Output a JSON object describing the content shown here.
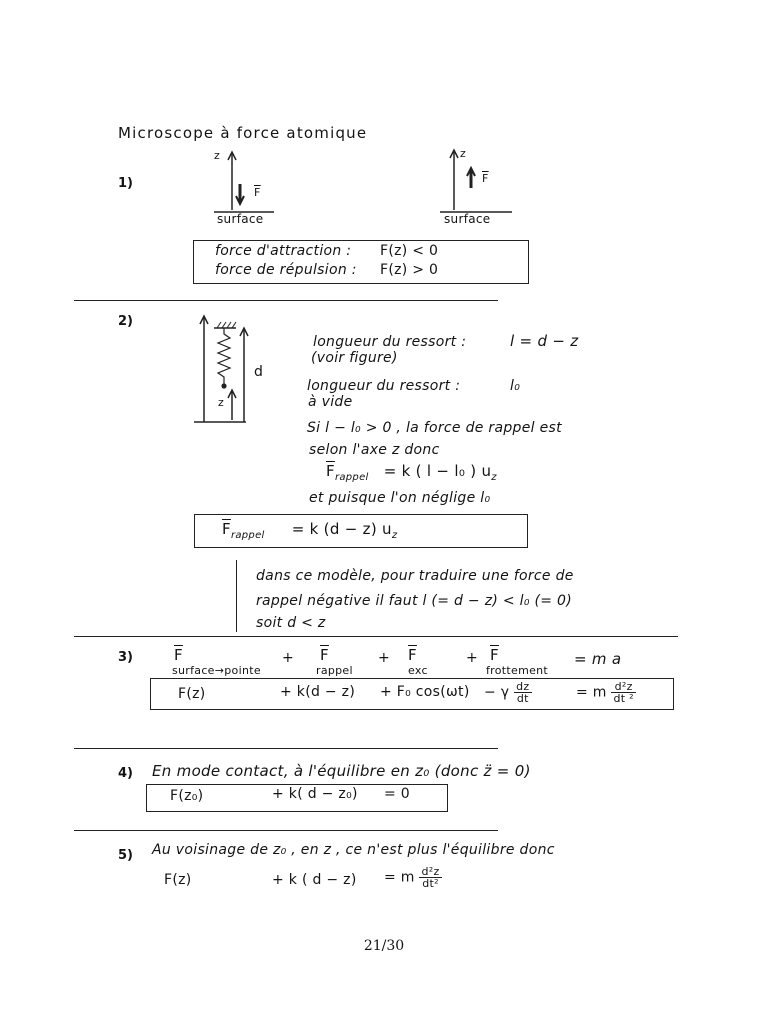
{
  "title": "Microscope à force atomique",
  "page_number": "21/30",
  "s1": {
    "num": "1)",
    "axis_z": "z",
    "force_label": "F",
    "surface_left": "surface",
    "surface_right": "surface",
    "box_line1": "force d'attraction :",
    "box_line1_val": "F(z) < 0",
    "box_line2": "force de répulsion :",
    "box_line2_val": "F(z) > 0"
  },
  "s2": {
    "num": "2)",
    "fig_d": "d",
    "fig_z": "z",
    "l1": "longueur du ressort :",
    "l1_eq": "l = d − z",
    "l1b": "(voir figure)",
    "l2": "longueur du ressort :",
    "l2_val": "l₀",
    "l2b": "à vide",
    "l3": "Si  l − l₀ > 0  , la force de rappel est",
    "l4": "selon  l'axe  z  donc",
    "eq1_left": "F",
    "eq1_sub": "rappel",
    "eq1_right": "=  k ( l − l₀ )  u",
    "eq1_u_sub": "z",
    "l5": "et puisque l'on néglige l₀",
    "box_left": "F",
    "box_sub": "rappel",
    "box_right": "=   k   (d − z)   u",
    "box_u_sub": "z",
    "note1": "dans ce modèle, pour traduire une force de",
    "note2": "rappel négative il faut  l (= d − z) < l₀ (= 0)",
    "note3": "soit  d < z"
  },
  "s3": {
    "num": "3)",
    "t1": "F",
    "t1_sub": "surface→pointe",
    "plus1": "+",
    "t2": "F",
    "t2_sub": "rappel",
    "plus2": "+",
    "t3": "F",
    "t3_sub": "exc",
    "plus3": "+",
    "t4": "F",
    "t4_sub": "frottement",
    "rhs": "= m a",
    "b1": "F(z)",
    "b2": "+ k(d − z)",
    "b3": "+ F₀ cos(ωt)",
    "b4": "− γ",
    "b4_num": "dz",
    "b4_den": "dt",
    "b5": "= m",
    "b5_num": "d²z",
    "b5_den": "dt ²"
  },
  "s4": {
    "num": "4)",
    "text": "En mode contact, à l'équilibre en z₀  (donc z̈ = 0)",
    "b1": "F(z₀)",
    "b2": "+ k( d − z₀)",
    "b3": "= 0"
  },
  "s5": {
    "num": "5)",
    "text": "Au voisinage de z₀ , en z , ce n'est plus l'équilibre donc",
    "e1": "F(z)",
    "e2": "+ k ( d − z)",
    "e3": "= m",
    "e3_num": "d²z",
    "e3_den": "dt²"
  }
}
